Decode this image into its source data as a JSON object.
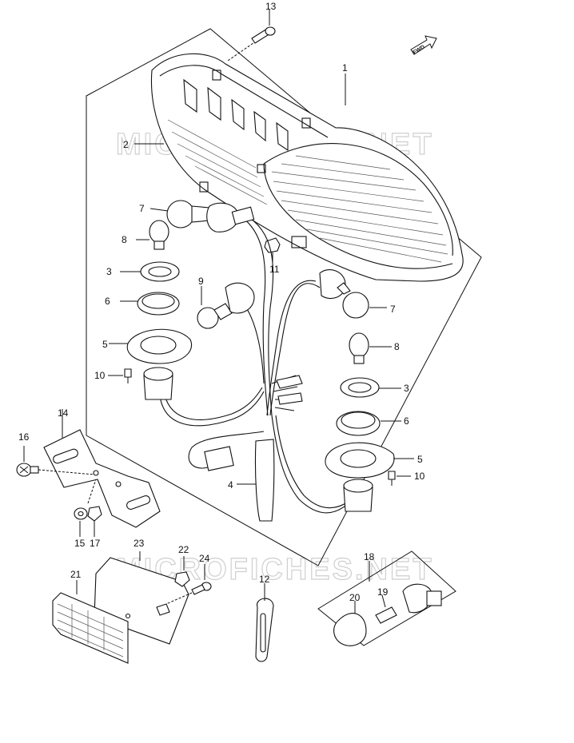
{
  "watermark": "MICROFICHES.NET",
  "fwd_label": "FWD",
  "callouts": [
    {
      "id": "p13",
      "text": "13"
    },
    {
      "id": "p1",
      "text": "1"
    },
    {
      "id": "p2",
      "text": "2"
    },
    {
      "id": "p7a",
      "text": "7"
    },
    {
      "id": "p8a",
      "text": "8"
    },
    {
      "id": "p3a",
      "text": "3"
    },
    {
      "id": "p6a",
      "text": "6"
    },
    {
      "id": "p5a",
      "text": "5"
    },
    {
      "id": "p10a",
      "text": "10"
    },
    {
      "id": "p9",
      "text": "9"
    },
    {
      "id": "p11",
      "text": "11"
    },
    {
      "id": "p7b",
      "text": "7"
    },
    {
      "id": "p8b",
      "text": "8"
    },
    {
      "id": "p3b",
      "text": "3"
    },
    {
      "id": "p6b",
      "text": "6"
    },
    {
      "id": "p5b",
      "text": "5"
    },
    {
      "id": "p10b",
      "text": "10"
    },
    {
      "id": "p4",
      "text": "4"
    },
    {
      "id": "p14",
      "text": "14"
    },
    {
      "id": "p16",
      "text": "16"
    },
    {
      "id": "p15",
      "text": "15"
    },
    {
      "id": "p17",
      "text": "17"
    },
    {
      "id": "p23",
      "text": "23"
    },
    {
      "id": "p22",
      "text": "22"
    },
    {
      "id": "p24",
      "text": "24"
    },
    {
      "id": "p21",
      "text": "21"
    },
    {
      "id": "p12",
      "text": "12"
    },
    {
      "id": "p18",
      "text": "18"
    },
    {
      "id": "p20",
      "text": "20"
    },
    {
      "id": "p19",
      "text": "19"
    }
  ]
}
